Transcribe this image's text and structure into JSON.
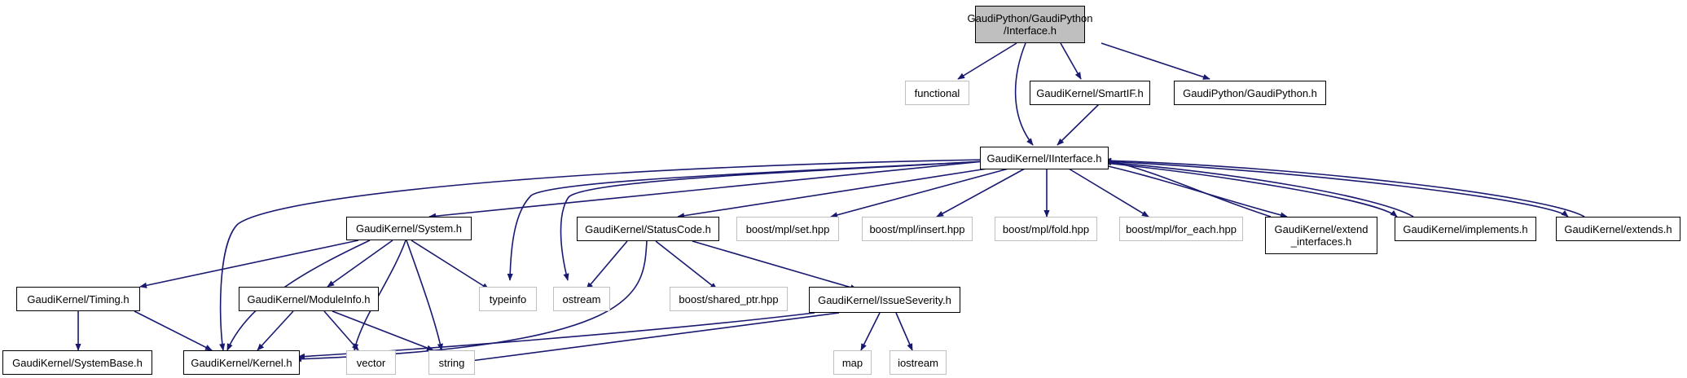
{
  "colors": {
    "edge": "#191970",
    "node_border": "#000000",
    "external_border": "#bfbfbf",
    "root_fill": "#bfbfbf",
    "background": "#ffffff"
  },
  "nodes": {
    "interface_h": "GaudiPython/GaudiPython\n/Interface.h",
    "functional": "functional",
    "smartif_h": "GaudiKernel/SmartIF.h",
    "gaudipython_h": "GaudiPython/GaudiPython.h",
    "iinterface_h": "GaudiKernel/IInterface.h",
    "system_h": "GaudiKernel/System.h",
    "statuscode_h": "GaudiKernel/StatusCode.h",
    "boost_set": "boost/mpl/set.hpp",
    "boost_insert": "boost/mpl/insert.hpp",
    "boost_fold": "boost/mpl/fold.hpp",
    "boost_for_each": "boost/mpl/for_each.hpp",
    "extend_interfaces_h": "GaudiKernel/extend\n_interfaces.h",
    "implements_h": "GaudiKernel/implements.h",
    "extends_h": "GaudiKernel/extends.h",
    "timing_h": "GaudiKernel/Timing.h",
    "moduleinfo_h": "GaudiKernel/ModuleInfo.h",
    "typeinfo": "typeinfo",
    "ostream": "ostream",
    "boost_shared_ptr": "boost/shared_ptr.hpp",
    "issueseverity_h": "GaudiKernel/IssueSeverity.h",
    "systembase_h": "GaudiKernel/SystemBase.h",
    "kernel_h": "GaudiKernel/Kernel.h",
    "vector": "vector",
    "string": "string",
    "map": "map",
    "iostream": "iostream"
  }
}
